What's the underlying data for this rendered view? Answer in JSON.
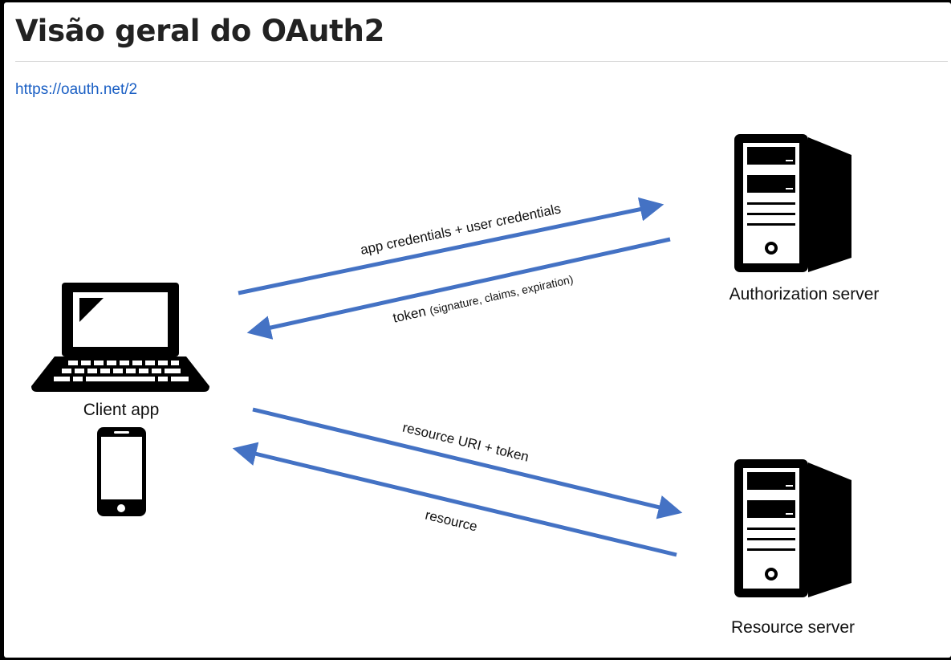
{
  "page": {
    "title": "Visão geral do OAuth2",
    "link_text": "https://oauth.net/2"
  },
  "diagram": {
    "nodes": {
      "client_app": "Client app",
      "authorization_server": "Authorization server",
      "resource_server": "Resource server"
    },
    "edges": [
      {
        "from": "client_app",
        "to": "authorization_server",
        "label": "app credentials + user credentials",
        "label_detail": ""
      },
      {
        "from": "authorization_server",
        "to": "client_app",
        "label": "token",
        "label_detail": "(signature, claims, expiration)"
      },
      {
        "from": "client_app",
        "to": "resource_server",
        "label": "resource URI + token",
        "label_detail": ""
      },
      {
        "from": "resource_server",
        "to": "client_app",
        "label": "resource",
        "label_detail": ""
      }
    ],
    "arrow_color": "#4472c4"
  }
}
